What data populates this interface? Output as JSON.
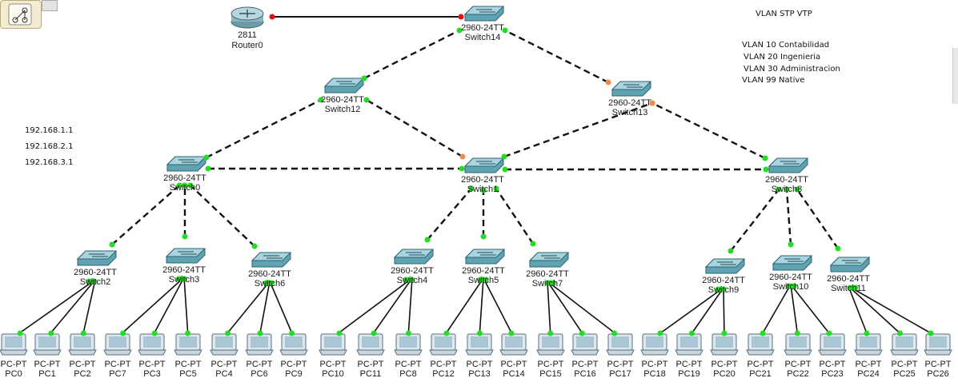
{
  "notes": {
    "title": "VLAN STP VTP",
    "vlans": [
      "VLAN 10 Contabilidad",
      "VLAN 20 Ingenieria",
      "VLAN 30 Administracion",
      "VLAN 99 Native"
    ],
    "networks": [
      "192.168.1.1",
      "192.168.2.1",
      "192.168.3.1"
    ]
  },
  "model_labels": {
    "router": "2811",
    "switch": "2960-24TT",
    "pc": "PC-PT"
  },
  "router": {
    "name": "Router0"
  },
  "switches": [
    "Switch14",
    "Switch12",
    "Switch13",
    "Switch0",
    "Switch1",
    "Switch8",
    "Switch2",
    "Switch3",
    "Switch6",
    "Switch4",
    "Switch5",
    "Switch7",
    "Switch9",
    "Switch10",
    "Switch11"
  ],
  "pcs": [
    "PC0",
    "PC1",
    "PC2",
    "PC7",
    "PC3",
    "PC5",
    "PC4",
    "PC6",
    "PC9",
    "PC10",
    "PC11",
    "PC8",
    "PC12",
    "PC13",
    "PC14",
    "PC15",
    "PC16",
    "PC17",
    "PC18",
    "PC19",
    "PC20",
    "PC21",
    "PC22",
    "PC23",
    "PC24",
    "PC25",
    "PC26"
  ],
  "colors": {
    "link": "#111111",
    "port_up": "#22dd22",
    "port_blocked": "#f08a4b",
    "port_router": "#e01010",
    "switch_body": "#5fa3b3"
  },
  "icons": {
    "tool": "logical-topology-icon"
  }
}
